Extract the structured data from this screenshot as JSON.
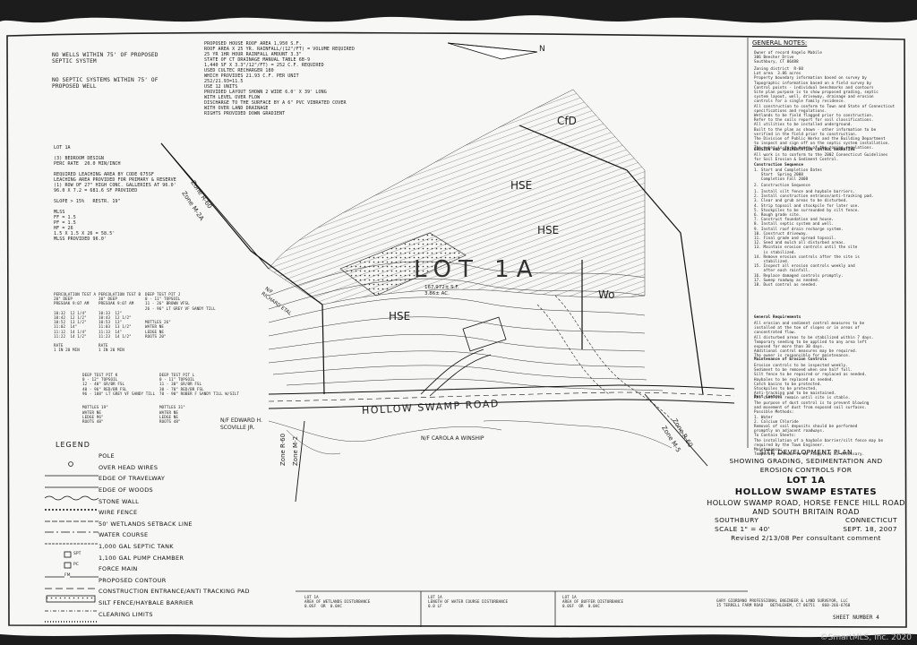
{
  "watermark": "©SmartMLS, Inc. 2020",
  "top_left_notes": {
    "wells": "NO WELLS WITHIN 75' OF PROPOSED\nSEPTIC SYSTEM",
    "septic": "NO SEPTIC SYSTEMS WITHIN 75' OF\nPROPOSED WELL"
  },
  "roof_notes": "PROPOSED HOUSE ROOF AREA 1,950 S.F.\nROOF AREA X 25 YR. RAINFALL/(12\"/FT) = VOLUME REQUIRED\n25 YR 1HR HOUR RAINFALL AMOUNT 3.3\"\nSTATE OF CT DRAINAGE MANUAL TABLE 6B-9\n1,440 SF X 3.3\"/12\"/FT) = 252 C.F. REQUIRED\nUSED CULTEC RECHARGER 180\nWHICH PROVIDES 21.93 C.F. PER UNIT\n252/21.93=11.5\nUSE 12 UNITS\nPROVIDED LAYOUT SHOWN 2 WIDE 6.0' X 39' LONG\nWITH LEVEL OVER FLOW\nDISCHARGE TO THE SURFACE BY A 6\" PVC VIBRATED COVER\nWITH OVER LAND DRAINAGE\nRIGHTS PROVIDED DOWN GRADIENT",
  "lot_design": "LOT 1A\n\n(3) BEDROOM DESIGN\nPERC RATE  20.0 MIN/INCH\n\nREQUIRED LEACHING AREA BY CODE 675SF\nLEACHING AREA PROVIDED FOR PRIMARY & RESERVE\n(1) ROW OF 27\" HIGH CONC. GALLERIES AT 96.0'\n96.0 X 7.2 = 681.6 SF PROVIDED\n\nSLOPE > 15%   RESTR. 19\"\n\nMLSS\nFF = 1.5\nPF = 1.5\nHF = 26\n1.5 X 1.5 X 26 = 58.5'\nMLSS PROVIDED 96.0'",
  "perc_tests": {
    "a": "PERCOLATION TEST A\n20\" DEEP\nPRESOAK 9:07 AM\n\n10:32  12 1/4\"\n10:42  12 1/2\"\n10:52  13 1/2\"\n11:02  14\"\n11:12  14 1/4\"\n11:22  14 1/2\"\n\nRATE\n1 IN 20 MIN",
    "b": "PERCOLATION TEST B\n30\" DEEP\nPRESOAK 9:07 AM\n\n10:33  12\"\n10:43  12 1/2\"\n10:53  13\"\n11:03  13 1/2\"\n11:13  14\"\n11:23  14 1/2\"\n\nRATE\n1 IN 20 MIN",
    "j": "DEEP TEST PIT J\n0 - 11\" TOPSOIL\n11 - 26\" BROWN VFSL\n26 - 96\" LT GREY VF SANDY TILL\n\n\nMOTTLES 26\"\nWATER NE\nLEDGE NE\nROOTS 20\""
  },
  "deep_tests": {
    "k": "DEEP TEST PIT K\n0 - 12\" TOPSOIL\n12 - 40\" GR/BR FSL\n40 - 96\" RED/BR FSL\n96 - 108\" LT GREY VF SANDY TILL\n\n\nMOTTLES 19\"\nWATER NE\nLEDGE 96\"\nROOTS 48\"",
    "l": "DEEP TEST PIT L\n0 - 11\" TOPSOIL\n11 - 30\" GR/BR FSL\n30 - 70\" RED/BR FSL\n70 - 90\" ROBER F SANDY TILL W/SILT\n\n\nMOTTLES 31\"\nWATER NE\nLEDGE NE\nROOTS 48\""
  },
  "general_notes": {
    "title": "GENERAL NOTES:",
    "owner": "Owner of record Angelo Mabile\n306 Beecher Drive\nSouthbury, CT 06488",
    "body": "Zoning district  R-60\nLot area  3.86 acres\nProperty boundary information based on survey by\nTopographic information based on a field survey by\nControl points - individual benchmarks and contours\nSite plan purpose is to show proposed grading, septic\nsystem layout, well, driveway, drainage and erosion\ncontrols for a single family residence.\nAll construction to conform to Town and State of Connecticut\nspecifications and regulations.\nWetlands to be field flagged prior to construction.\nRefer to the soils report for soil classifications.\nAll utilities to be installed underground.\nBuilt to the plan as shown - other information to be\nverified in the field prior to construction.\nThe Division of Public Works and the Building Department\nto inspect and sign off on the septic system installation.\nThe owner is to be aware of the zoning regulations."
  },
  "erosion": {
    "title": "EROSION AND SEDIMENTATION CONTROL NARRATIVE",
    "intro": "All work is to conform to the 2002 Connecticut Guidelines\nfor Soil Erosion & Sediment Control.",
    "construction_head": "Construction Sequence",
    "construction": "1. Start and Completion Dates\n   Start  Spring 2008\n   Completion Fall 2008",
    "sequence_head": "2. Construction Sequence",
    "sequence": "1. Install silt fence and haybale barriers.\n2. Install construction entrance/anti-tracking pad.\n3. Clear and grub areas to be disturbed.\n4. Strip topsoil and stockpile for later use.\n5. Stockpiles to be surrounded by silt fence.\n6. Rough grade site.\n7. Construct foundation and house.\n8. Install septic system and well.\n9. Install roof drain recharge system.\n10. Construct driveway.\n11. Final grade and spread topsoil.\n12. Seed and mulch all disturbed areas.\n13. Maintain erosion controls until the site\n    is stabilized.\n14. Remove erosion controls after the site is\n    stabilized.\n15. Inspect all erosion controls weekly and\n    after each rainfall.\n16. Replace damaged controls promptly.\n17. Sweep roadway as needed.\n18. Dust control as needed.",
    "general_head": "General Requirements",
    "general": "All erosion and sediment control measures to be\ninstalled at the toe of slopes or in areas of\nconcentrated flow.\nAll disturbed areas to be stabilized within 7 days.\nTemporary seeding to be applied to any area left\nexposed for more than 30 days.\nAdditional control measures may be required.\nThe owner is responsible for maintenance.",
    "maint_head": "Maintenance of Erosion Controls",
    "maint": "Erosion controls to be inspected weekly.\nSediment to be removed when one half full.\nSilt fence to be repaired or replaced as needed.\nHaybales to be replaced as needed.\nCatch basins to be protected.\nStockpiles to be protected.\nAnti-tracking pad to be maintained.\nAll controls remain until site is stable.",
    "dust_head": "Dust Control",
    "dust": "The purpose of dust control is to prevent blowing\nand movement of dust from exposed soil surfaces.\nPossible Methods:\n1. Water\n2. Calcium Chloride\nRemoval of soil deposits should be performed\npromptly on adjacent roadways.\nTo Contain Sheets:\nThe installation of a haybale barrier/silt fence may be\nrequired by the Town Engineer.\nMaintenance:\nTemporary methods to be reapplied as necessary."
  },
  "map": {
    "lot_label": "LOT 1A",
    "lot_area": "167,972± S.F.\n3.86± AC.",
    "cfd": "CfD",
    "hse1": "HSE",
    "hse2": "HSE",
    "hse3": "HSE",
    "wo": "Wo",
    "road": "HOLLOW SWAMP ROAD",
    "owner_w": "N/F EDWARD H.\nSCOVILLE JR.",
    "owner_s": "N/F CAROLA A WINSHIP",
    "owner_nw": "N/F\nRICHARD ETAL",
    "zone_tl": "Zone R-60\nZone M-2A",
    "zone_bm": "Zone R-60\nZone M-2",
    "zone_br": "Zone R-60\nZone M-5",
    "zone_bm_a": "Zone R-60",
    "zone_bm_b": "Zone M-2",
    "zone_br_a": "Zone R-60",
    "zone_br_b": "Zone M-5",
    "zone_tl_a": "Zone R-60",
    "zone_tl_b": "Zone M-2A",
    "north": "N"
  },
  "legend": {
    "title": "LEGEND",
    "items": [
      "POLE",
      "OVER   HEAD   WIRES",
      "EDGE   OF   TRAVELWAY",
      "EDGE   OF   WOODS",
      "STONE WALL",
      "WIRE FENCE",
      "50' WETLANDS SETBACK LINE",
      "WATER COURSE",
      "1,000 GAL SEPTIC TANK",
      "1,100 GAL PUMP CHAMBER",
      "FORCE MAIN",
      "PROPOSED CONTOUR",
      "CONSTRUCTION ENTRANCE/ANTI TRACKING PAD",
      "SILT FENCE/HAYBALE BARRIER",
      "CLEARING LIMITS"
    ],
    "sym_spt": "SPT",
    "sym_pc": "PC",
    "sym_fm": "FM"
  },
  "disturbance": {
    "a": "LOT 1A\nAREA OF WETLANDS DISTURBANCE\n0.0SF  OR  0.0AC",
    "b": "LOT 1A\nLENGTH OF WATER COURSE DISTURBANCE\n0.0 LF",
    "c": "LOT 1A\nAREA OF BUFFER DISTURBANCE\n0.0SF  OR  0.0AC"
  },
  "title_block": {
    "l1": "SITE DEVELOPMENT PLAN",
    "l2": "SHOWING GRADING, SEDIMENTATION AND",
    "l3": "EROSION CONTROLS FOR",
    "l4": "LOT 1A",
    "l5": "HOLLOW SWAMP ESTATES",
    "l6": "HOLLOW SWAMP ROAD, HORSE FENCE HILL ROAD",
    "l7": "AND SOUTH BRITAIN ROAD",
    "town": "SOUTHBURY",
    "state": "CONNECTICUT",
    "scale": "SCALE   1\" = 40'",
    "date": "SEPT. 18, 2007",
    "revised": "Revised 2/13/08 Per consultant comment",
    "engineer": "GARY GIORDANO PROFESSIONAL ENGINEER & LAND SURVEYOR, LLC\n15 TERRELL FARM ROAD   BETHLEHEM, CT 06751   860-266-6760",
    "sheet": "SHEET NUMBER 4"
  }
}
